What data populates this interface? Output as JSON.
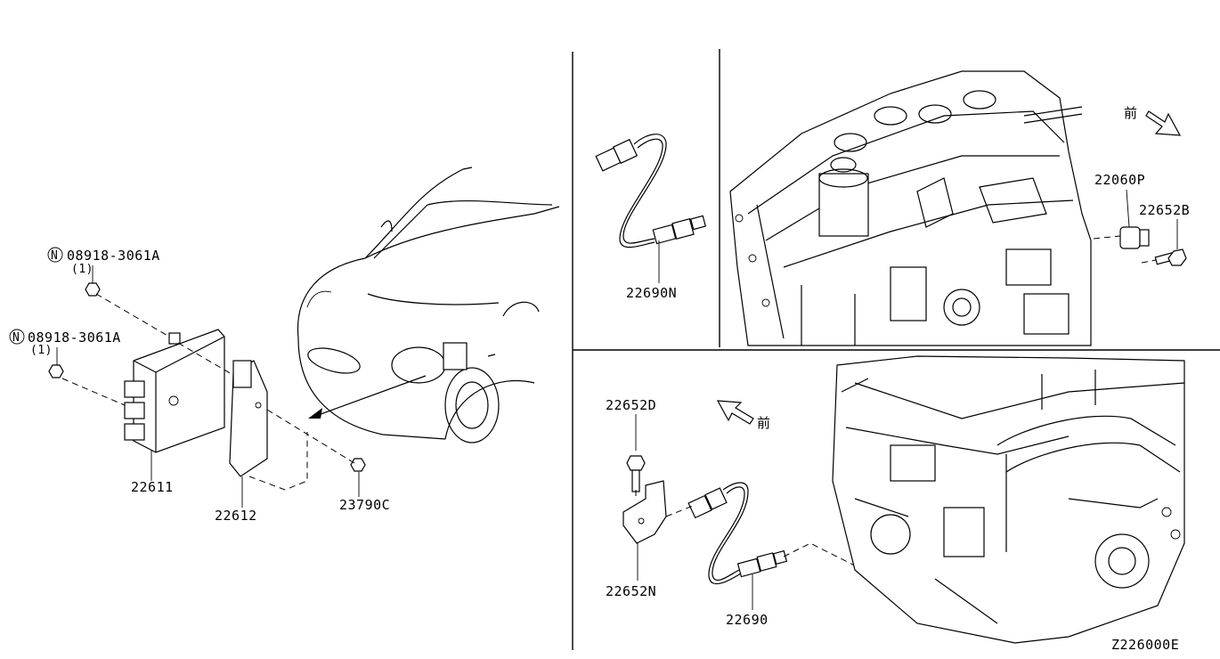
{
  "diagram": {
    "code": "Z226000E",
    "front_mark": "前",
    "parts": {
      "bolt_top": "08918-3061A",
      "bolt_top_qty": "(1)",
      "bolt_left": "08918-3061A",
      "bolt_left_qty": "(1)",
      "ecm": "22611",
      "bracket": "22612",
      "nut": "23790C",
      "sensor_upper": "22690N",
      "knock_sensor": "22060P",
      "knock_bolt": "22652B",
      "bolt_lower": "22652D",
      "bracket_lower": "22652N",
      "sensor_lower": "22690"
    },
    "n_mark": "N"
  }
}
